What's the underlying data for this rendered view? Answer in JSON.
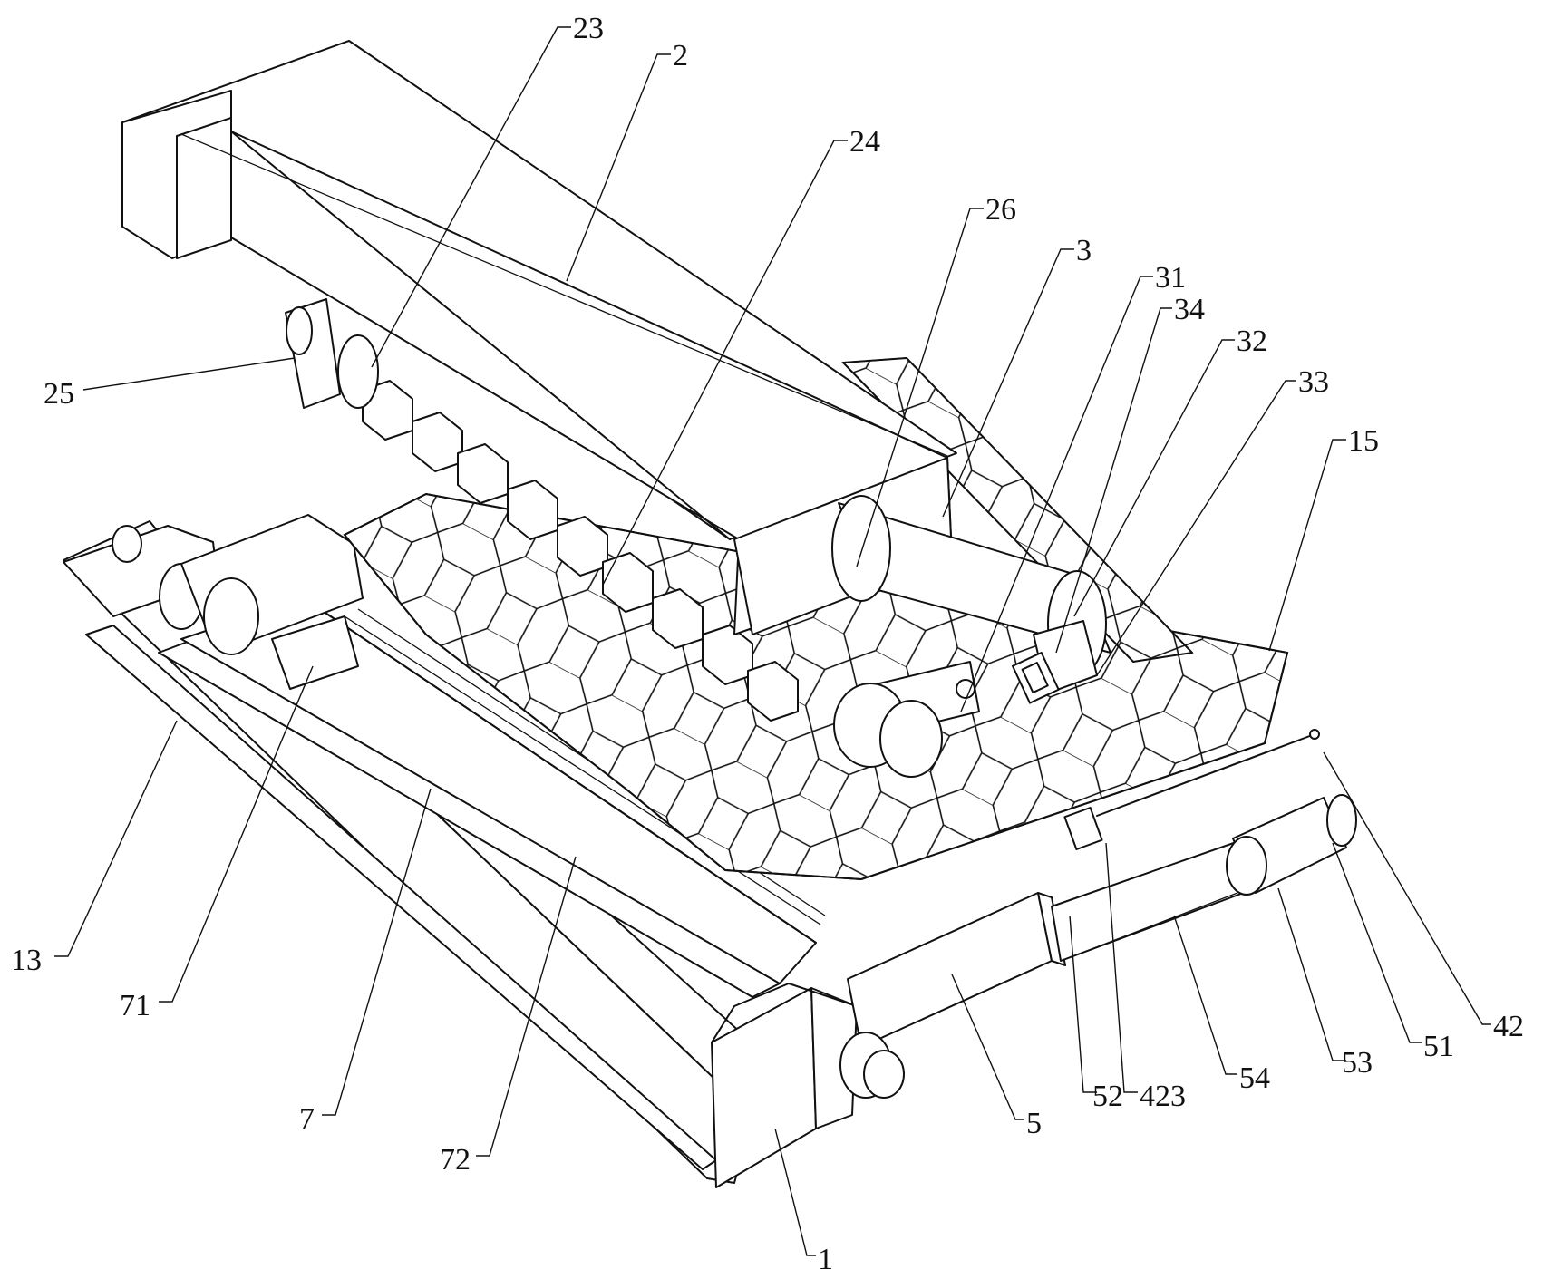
{
  "figure": {
    "labels": [
      "23",
      "2",
      "24",
      "26",
      "3",
      "31",
      "34",
      "32",
      "33",
      "15",
      "25",
      "13",
      "71",
      "7",
      "72",
      "1",
      "5",
      "52",
      "423",
      "54",
      "53",
      "51",
      "42"
    ]
  }
}
